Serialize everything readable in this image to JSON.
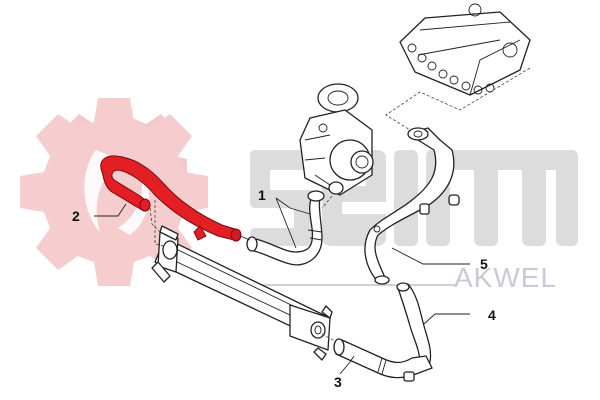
{
  "diagram": {
    "type": "exploded parts diagram",
    "subject": "intercooler / turbo air hoses",
    "highlight_color": "#e31e24",
    "watermark": {
      "gear_color": "#f4c6c8",
      "brand_text": "seim",
      "brand_text_color": "#d9d9d9",
      "sub_brand": "AKWEL",
      "sub_brand_color": "#c9cad6",
      "sub_brand_accent": "#e8a0a4"
    },
    "callouts": [
      {
        "number": "1",
        "label": "1"
      },
      {
        "number": "2",
        "label": "2"
      },
      {
        "number": "3",
        "label": "3"
      },
      {
        "number": "4",
        "label": "4"
      },
      {
        "number": "5",
        "label": "5"
      }
    ],
    "components": [
      {
        "name": "intake-manifold"
      },
      {
        "name": "turbocharger"
      },
      {
        "name": "intercooler"
      },
      {
        "name": "hose-1"
      },
      {
        "name": "hose-2-highlighted"
      },
      {
        "name": "hose-3"
      },
      {
        "name": "hose-4"
      },
      {
        "name": "pipe-5"
      }
    ]
  }
}
